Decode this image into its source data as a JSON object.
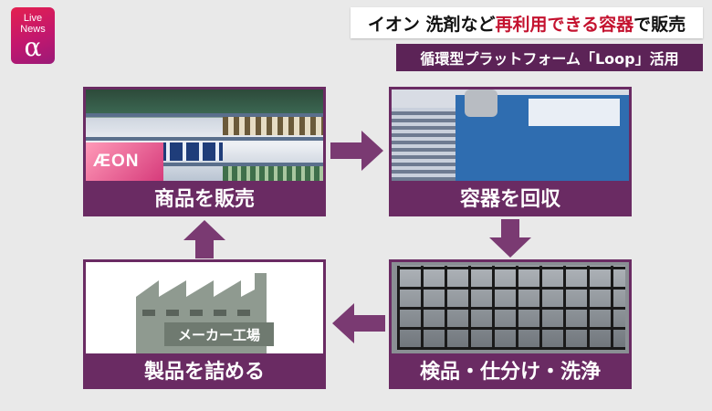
{
  "logo": {
    "line1": "Live",
    "line2": "News",
    "symbol": "α"
  },
  "headline": {
    "part1": "イオン 洗剤など",
    "highlight": "再利用できる容器",
    "part2": "で販売"
  },
  "subheadline": "循環型プラットフォーム「Loop」活用",
  "panels": {
    "sell": {
      "caption": "商品を販売",
      "brand": "ÆON"
    },
    "collect": {
      "caption": "容器を回収"
    },
    "inspect": {
      "caption": "検品・仕分け・洗浄"
    },
    "fill": {
      "caption": "製品を詰める",
      "factory_label": "メーカー工場"
    }
  },
  "colors": {
    "accent": "#6a2b63",
    "highlight": "#c4122f",
    "logo": "#c2176e"
  }
}
